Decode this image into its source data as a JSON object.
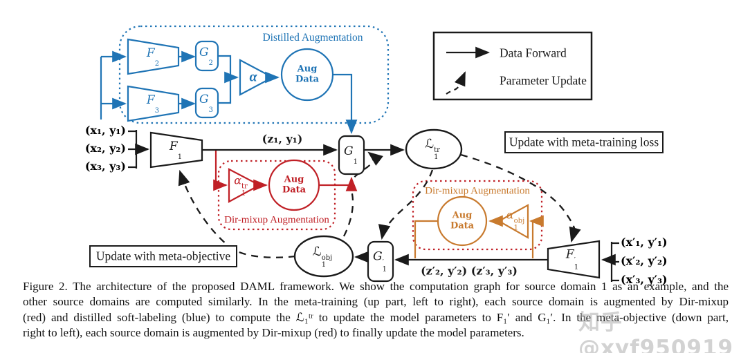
{
  "figure": {
    "distilled_box_title": "Distilled Augmentation",
    "red_box_title": "Dir-mixup Augmentation",
    "orange_box_title": "Dir-mixup Augmentation",
    "legend": {
      "data_forward": "Data Forward",
      "parameter_update": "Parameter Update"
    },
    "update_meta_training": "Update with meta-training loss",
    "update_meta_objective": "Update with meta-objective",
    "nodes": {
      "f1": {
        "base": "F",
        "sub": "1"
      },
      "f2": {
        "base": "F",
        "sub": "2"
      },
      "f3": {
        "base": "F",
        "sub": "3"
      },
      "g1": {
        "base": "G",
        "sub": "1"
      },
      "g2": {
        "base": "G",
        "sub": "2"
      },
      "g3": {
        "base": "G",
        "sub": "3"
      },
      "alpha": "α",
      "alpha1_tr": {
        "base": "α",
        "sub": "1",
        "sup": "tr"
      },
      "alpha1_obj": {
        "base": "α",
        "sub": "1",
        "sup": "obj"
      },
      "l1_tr": {
        "base": "ℒ",
        "sub": "1",
        "sup": "tr"
      },
      "l1_obj": {
        "base": "ℒ",
        "sub": "1",
        "sup": "obj"
      },
      "f1_prime": {
        "base": "F",
        "sub": "1",
        "sup": "′"
      },
      "g1_prime": {
        "base": "G",
        "sub": "1",
        "sup": "′"
      },
      "aug_data_blue": "Aug Data",
      "aug_data_red": "Aug Data",
      "aug_data_orange": "Aug Data"
    },
    "io": {
      "inputs_left": [
        "(x₁, y₁)",
        "(x₂, y₂)",
        "(x₃, y₃)"
      ],
      "inputs_right": [
        "(x′₁, y′₁)",
        "(x′₂, y′₂)",
        "(x′₃, y′₃)"
      ],
      "z1": "(z₁, y₁)",
      "z23": "(z′₂, y′₂) (z′₃, y′₃)"
    },
    "colors": {
      "blue": "#1f74b5",
      "red": "#c02026",
      "orange": "#c87a2e",
      "black": "#1a1a1a"
    }
  },
  "caption": {
    "lines": [
      "Figure 2. The architecture of the proposed DAML framework. We show the computation graph for source domain 1 as an example, and the",
      "other source domains are computed similarly. In the meta-training (up part, left to right), each source domain is augmented by Dir-mixup",
      "(red) and distilled soft-labeling (blue) to compute the ℒ₁ᵗʳ to update the model parameters to F₁′ and G₁′. In the meta-objective (down part,",
      "right to left), each source domain is augmented by Dir-mixup (red) to finally update the model parameters."
    ]
  },
  "watermark": "知乎 @xyf950919"
}
